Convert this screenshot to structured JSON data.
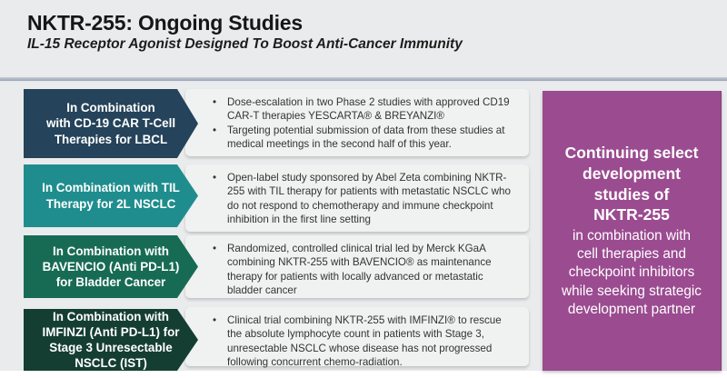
{
  "slide": {
    "title": "NKTR-255: Ongoing Studies",
    "subtitle": "IL-15 Receptor Agonist Designed To Boost Anti-Cancer Immunity"
  },
  "rows": [
    {
      "label": "In Combination\nwith CD-19 CAR T-Cell\nTherapies for LBCL",
      "color": "#25435A",
      "bullets": [
        "Dose-escalation in two Phase 2 studies with approved CD19 CAR-T therapies YESCARTA® & BREYANZI®",
        "Targeting potential submission of data from these studies at medical meetings in the second half of this year."
      ]
    },
    {
      "label": "In Combination with TIL\nTherapy for 2L NSCLC",
      "color": "#1F8D8E",
      "bullets": [
        "Open-label study sponsored by Abel Zeta combining NKTR-255 with TIL therapy for patients with metastatic NSCLC who do not respond to chemotherapy and immune checkpoint inhibition in the first line setting"
      ]
    },
    {
      "label": "In Combination with\nBAVENCIO (Anti PD-L1)\nfor Bladder Cancer",
      "color": "#176B54",
      "bullets": [
        "Randomized, controlled clinical trial led by Merck KGaA combining NKTR-255 with BAVENCIO® as maintenance therapy for patients with locally advanced or metastatic bladder cancer"
      ]
    },
    {
      "label": "In Combination with\nIMFINZI (Anti PD-L1) for\nStage 3 Unresectable\nNSCLC (IST)",
      "color": "#153E33",
      "bullets": [
        "Clinical trial combining NKTR-255 with IMFINZI® to rescue the absolute lymphocyte count in patients with Stage 3, unresectable NSCLC whose disease has not progressed following concurrent chemo-radiation."
      ]
    }
  ],
  "callout": {
    "heading": "Continuing select\ndevelopment\nstudies of\nNKTR-255",
    "body": "in combination with\ncell therapies and\ncheckpoint inhibitors\nwhile seeking strategic\ndevelopment partner",
    "background": "#9B4B90"
  }
}
